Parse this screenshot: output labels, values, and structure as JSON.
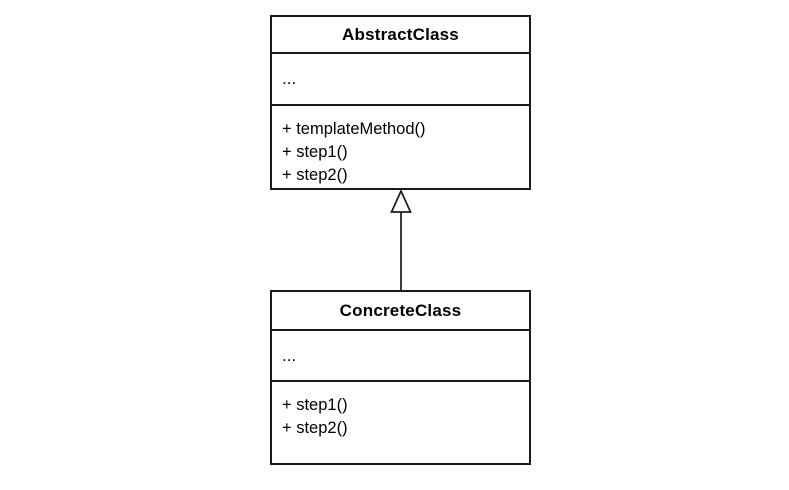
{
  "diagram": {
    "kind": "uml-class-diagram",
    "colors": {
      "background": "#ffffff",
      "border": "#1a1a1a",
      "text": "#000000",
      "arrow_fill": "#ffffff"
    },
    "classes": [
      {
        "name": "AbstractClass",
        "attributes": [
          "..."
        ],
        "methods": [
          "+ templateMethod()",
          "+ step1()",
          "+ step2()"
        ]
      },
      {
        "name": "ConcreteClass",
        "attributes": [
          "..."
        ],
        "methods": [
          "+ step1()",
          "+ step2()"
        ]
      }
    ],
    "relationships": [
      {
        "type": "generalization",
        "from": "ConcreteClass",
        "to": "AbstractClass",
        "arrow_head": "hollow-triangle"
      }
    ]
  }
}
